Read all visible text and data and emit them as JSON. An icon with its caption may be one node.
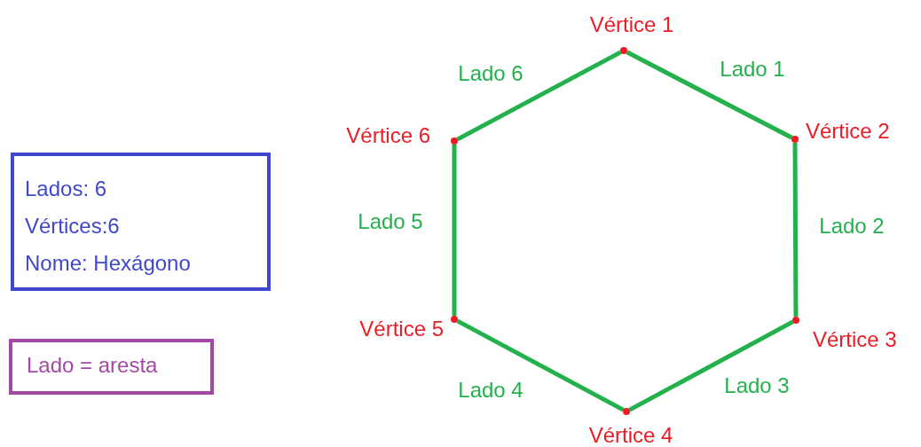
{
  "diagram": {
    "nodes": [
      {
        "text": [],
        "shape": "circle",
        "beside": [
          "Vértice 1"
        ]
      },
      {
        "text": [],
        "shape": "circle",
        "beside": [
          "Vértice 2"
        ]
      },
      {
        "text": [],
        "shape": "circle",
        "beside": [
          "Vértice 3"
        ]
      },
      {
        "text": [],
        "shape": "circle",
        "beside": [
          "Vértice 4"
        ]
      },
      {
        "text": [],
        "shape": "circle",
        "beside": [
          "Vértice 5"
        ]
      },
      {
        "text": [],
        "shape": "circle",
        "beside": [
          "Vértice 6"
        ]
      },
      {
        "text": [
          "Lados: 6",
          "Vértices:6",
          "Nome: Hexágono"
        ]
      },
      {
        "text": [
          "Lado = aresta"
        ]
      }
    ],
    "edges": [
      {
        "from": 0,
        "to": 1,
        "arrow": "none",
        "label": "Lado 1"
      },
      {
        "from": 1,
        "to": 2,
        "arrow": "none",
        "label": "Lado 2"
      },
      {
        "from": 2,
        "to": 3,
        "arrow": "none",
        "label": "Lado 3"
      },
      {
        "from": 3,
        "to": 4,
        "arrow": "none",
        "label": "Lado 4"
      },
      {
        "from": 4,
        "to": 5,
        "arrow": "none",
        "label": "Lado 5"
      },
      {
        "from": 5,
        "to": 0,
        "arrow": "none",
        "label": "Lado 6"
      }
    ]
  }
}
